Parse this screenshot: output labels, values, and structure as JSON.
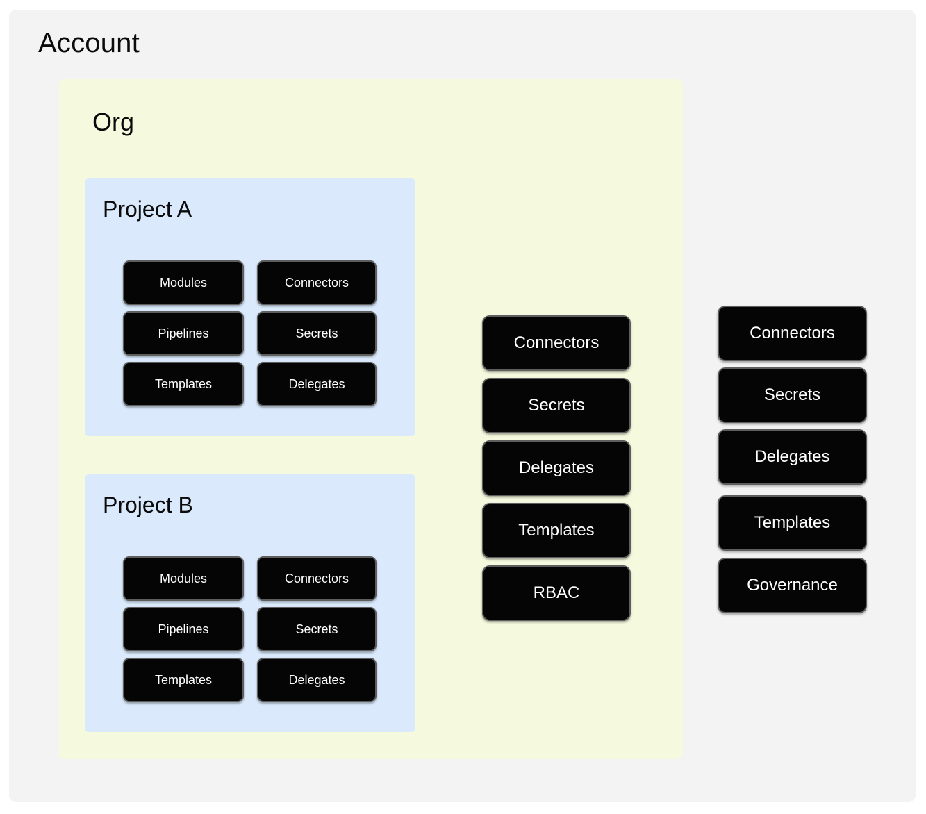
{
  "colors": {
    "page_background": "#ffffff",
    "canvas_background": "#f3f3f3",
    "org_background": "#f5f9de",
    "project_background": "#daeafc",
    "card_fill": "#050505",
    "card_border": "#5e5e5e",
    "card_text": "#ffffff",
    "heading_text": "#0b0b0b"
  },
  "diagram": {
    "type": "nested-hierarchy",
    "account": {
      "title": "Account",
      "resources": [
        {
          "label": "Connectors"
        },
        {
          "label": "Secrets"
        },
        {
          "label": "Delegates"
        },
        {
          "label": "Templates"
        },
        {
          "label": "Governance"
        }
      ]
    },
    "org": {
      "title": "Org",
      "resources": [
        {
          "label": "Connectors"
        },
        {
          "label": "Secrets"
        },
        {
          "label": "Delegates"
        },
        {
          "label": "Templates"
        },
        {
          "label": "RBAC"
        }
      ],
      "projects": [
        {
          "title": "Project A",
          "resources": [
            {
              "label": "Modules"
            },
            {
              "label": "Connectors"
            },
            {
              "label": "Pipelines"
            },
            {
              "label": "Secrets"
            },
            {
              "label": "Templates"
            },
            {
              "label": "Delegates"
            }
          ]
        },
        {
          "title": "Project B",
          "resources": [
            {
              "label": "Modules"
            },
            {
              "label": "Connectors"
            },
            {
              "label": "Pipelines"
            },
            {
              "label": "Secrets"
            },
            {
              "label": "Templates"
            },
            {
              "label": "Delegates"
            }
          ]
        }
      ]
    }
  }
}
